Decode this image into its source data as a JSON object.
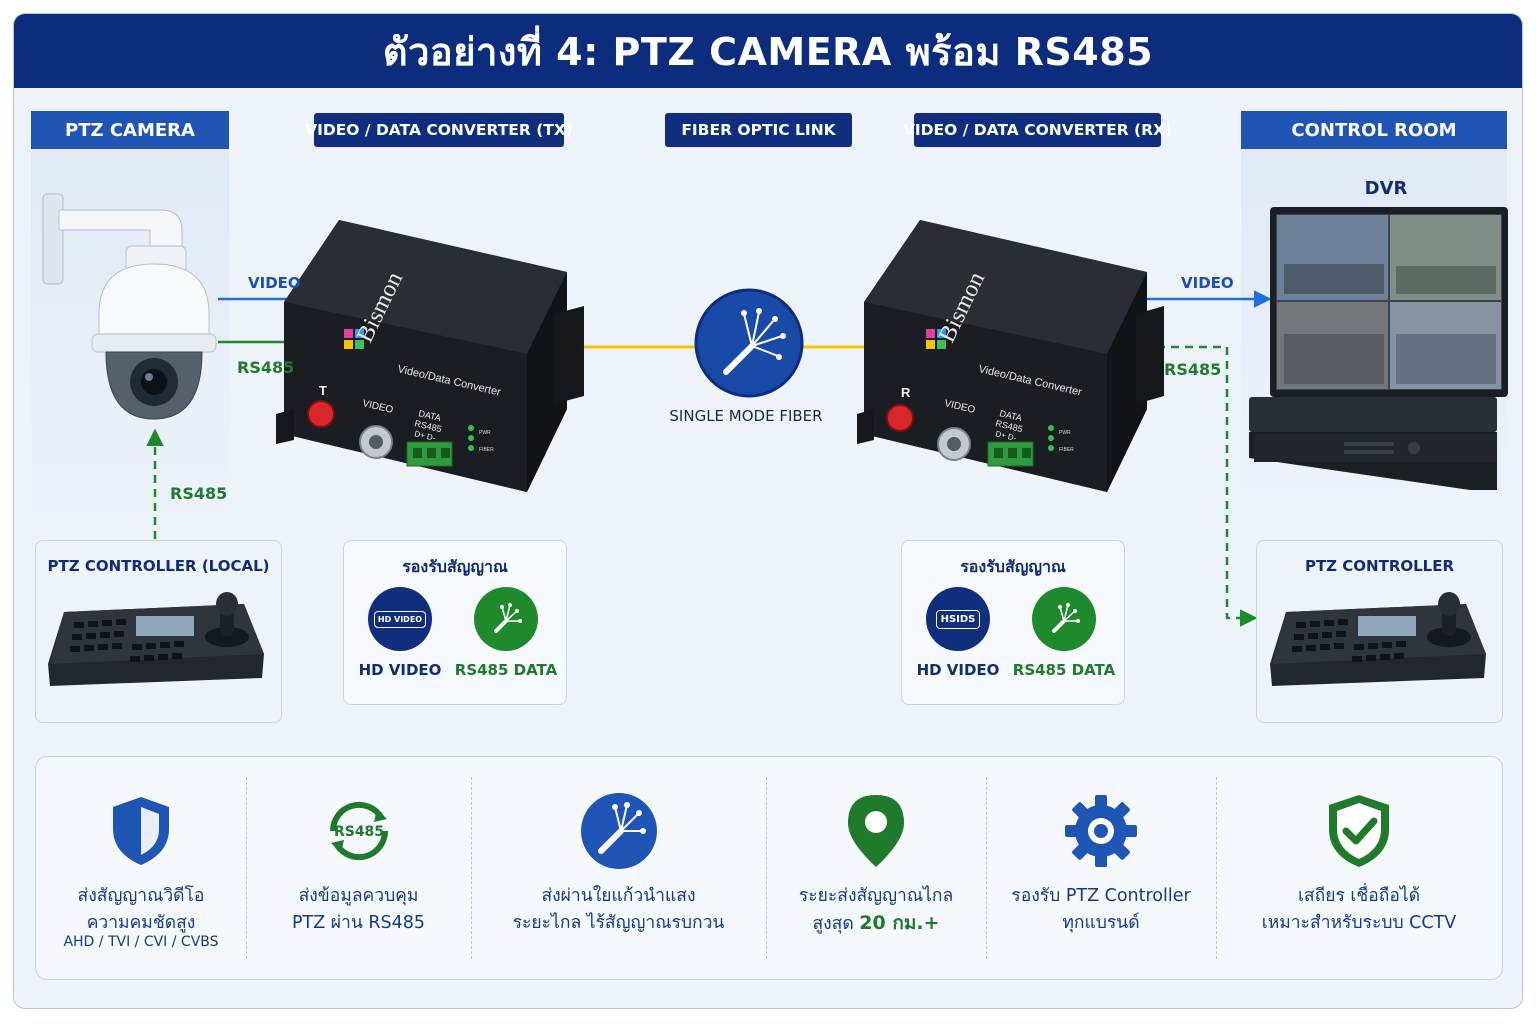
{
  "title": "ตัวอย่างที่ 4: PTZ CAMERA พร้อม RS485",
  "sections": {
    "ptz_camera": "PTZ CAMERA",
    "converter_tx": "VIDEO / DATA CONVERTER (TX)",
    "fiber_link": "FIBER OPTIC LINK",
    "converter_rx": "VIDEO / DATA CONVERTER (RX)",
    "control_room": "CONTROL ROOM"
  },
  "dvr_label": "DVR",
  "fiber_caption": "SINGLE MODE FIBER",
  "links": {
    "video_left": "VIDEO",
    "rs485_left": "RS485",
    "rs485_local": "RS485",
    "video_right": "VIDEO",
    "rs485_right": "RS485"
  },
  "device": {
    "brand": "Bismon",
    "model": "Video/Data Converter",
    "port_t": "T",
    "port_r": "R",
    "video_port": "VIDEO",
    "data_port_line1": "DATA",
    "data_port_line2": "RS485",
    "data_port_line3": "D+  D-",
    "led_pwr": "PWR",
    "led_fiber": "FIBER"
  },
  "controllers": {
    "local": "PTZ CONTROLLER (LOCAL)",
    "remote": "PTZ CONTROLLER"
  },
  "support_left": {
    "title": "รองรับสัญญาณ",
    "hd_badge": "HD VIDEO",
    "hd": "HD VIDEO",
    "data": "RS485 DATA"
  },
  "support_right": {
    "title": "รองรับสัญญาณ",
    "hd_badge": "HSIDS",
    "hd": "HD VIDEO",
    "data": "RS485 DATA"
  },
  "features": [
    {
      "icon": "shield-icon",
      "line1": "ส่งสัญญาณวิดีโอ",
      "line2": "ความคมชัดสูง",
      "line3": "AHD / TVI / CVI / CVBS"
    },
    {
      "icon": "rs485-cycle-icon",
      "badge": "RS485",
      "line1": "ส่งข้อมูลควบคุม",
      "line2": "PTZ ผ่าน RS485"
    },
    {
      "icon": "fiber-icon",
      "line1": "ส่งผ่านใยแก้วนำแสง",
      "line2": "ระยะไกล ไร้สัญญาณรบกวน"
    },
    {
      "icon": "location-pin-icon",
      "line1": "ระยะส่งสัญญาณไกล",
      "line2_prefix": "สูงสุด ",
      "line2_highlight": "20 กม.+"
    },
    {
      "icon": "gear-icon",
      "line1": "รองรับ PTZ Controller",
      "line2": "ทุกแบรนด์"
    },
    {
      "icon": "shield-check-icon",
      "line1": "เสถียร เชื่อถือได้",
      "line2": "เหมาะสำหรับระบบ CCTV"
    }
  ],
  "colors": {
    "navy": "#0c2d7d",
    "blue": "#1f55b4",
    "green": "#1f7a2c",
    "fiber_yellow": "#f5c400"
  }
}
